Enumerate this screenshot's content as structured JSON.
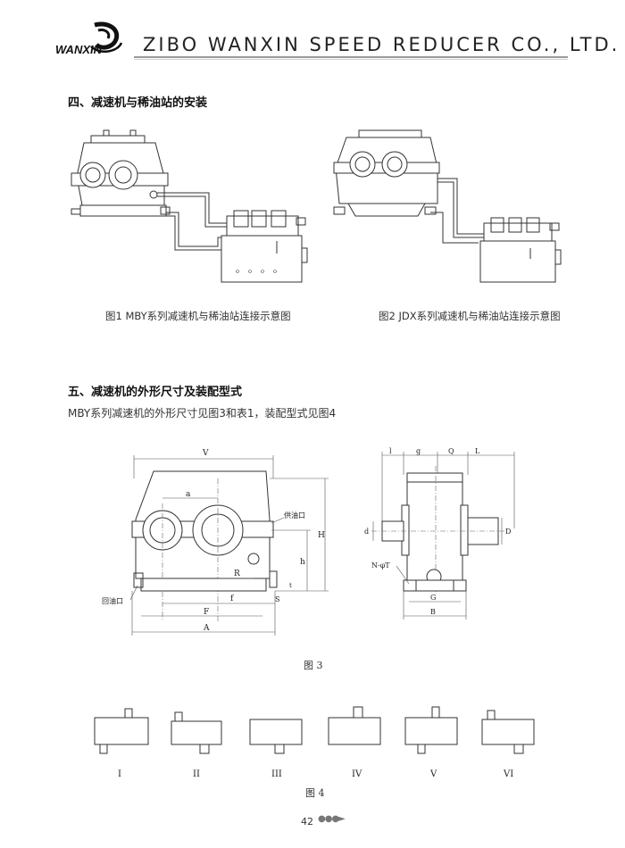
{
  "header": {
    "brand_word": "WANXIN",
    "company": "ZIBO WANXIN SPEED REDUCER CO., LTD."
  },
  "section4": {
    "title": "四、减速机与稀油站的安装",
    "fig1_caption": "图1  MBY系列减速机与稀油站连接示意图",
    "fig2_caption": "图2  JDX系列减速机与稀油站连接示意图"
  },
  "section5": {
    "title": "五、减速机的外形尺寸及装配型式",
    "description": "MBY系列减速机的外形尺寸见图3和表1，装配型式见图4",
    "fig3_caption": "图 3",
    "fig4_caption": "图 4",
    "fig3_labels": {
      "V": "V",
      "a": "a",
      "R": "R",
      "f": "f",
      "S": "S",
      "F": "F",
      "A": "A",
      "H": "H",
      "h": "h",
      "t": "t",
      "oil_supply": "供油口",
      "oil_return": "回油口",
      "l": "l",
      "g": "g",
      "Q": "Q",
      "L": "L",
      "d": "d",
      "D": "D",
      "N": "N-φT",
      "G": "G",
      "B": "B"
    },
    "assembly_forms": [
      "I",
      "II",
      "III",
      "IV",
      "V",
      "VI"
    ]
  },
  "footer": {
    "page_number": "42",
    "arrows": "●●●►"
  },
  "colors": {
    "rule": "#9a9a9a",
    "ink": "#333333"
  }
}
